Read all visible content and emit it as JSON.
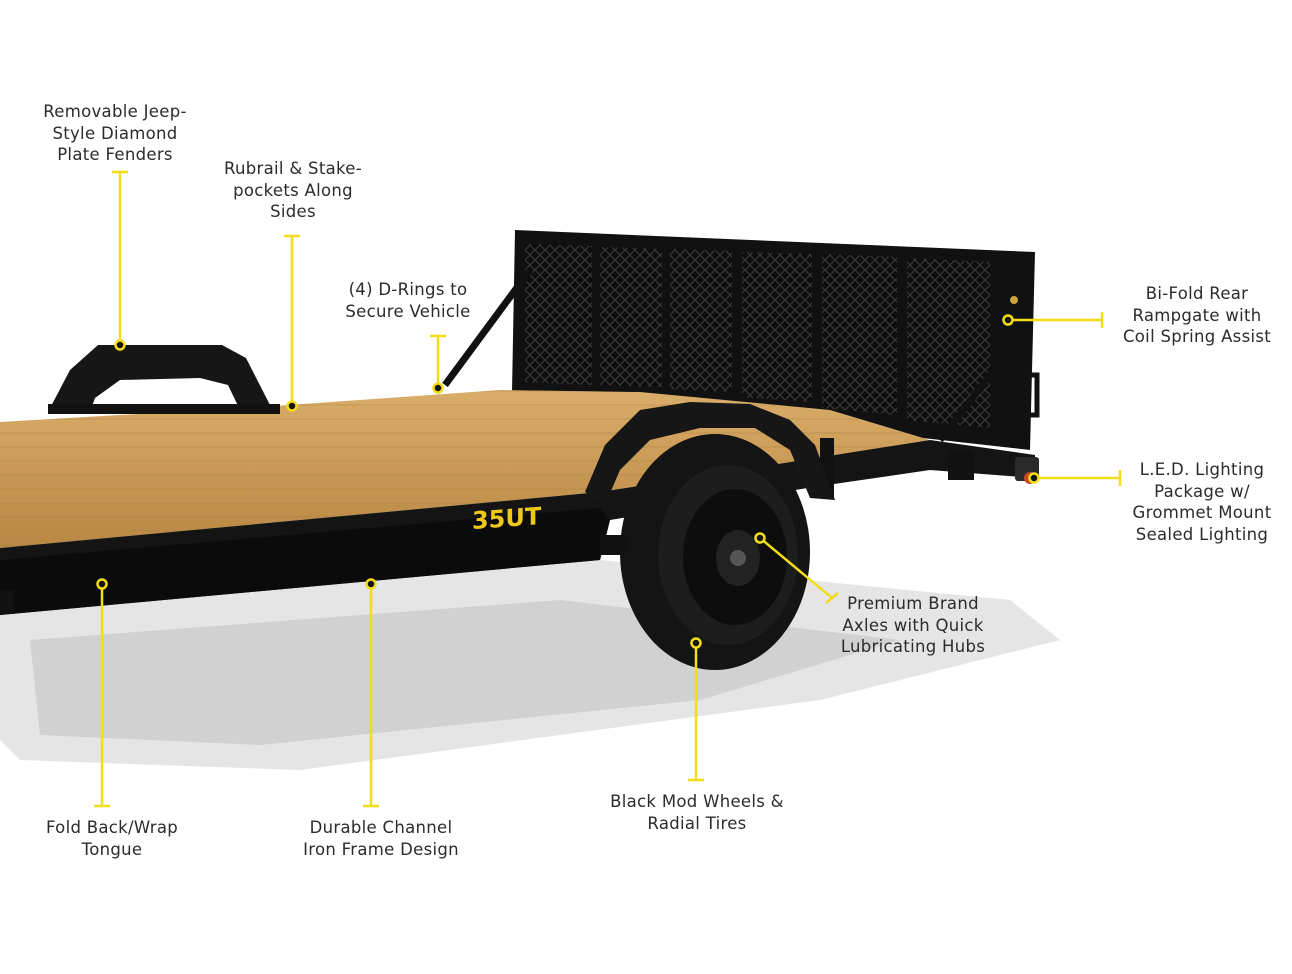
{
  "callouts": {
    "fenders": "Removable Jeep-\nStyle Diamond\nPlate Fenders",
    "rubrail": "Rubrail & Stake-\npockets Along\nSides",
    "drings": "(4) D-Rings to\nSecure Vehicle",
    "rampgate": "Bi-Fold Rear\nRampgate with\nCoil Spring Assist",
    "lighting": "L.E.D. Lighting\nPackage w/\nGrommet Mount\nSealed Lighting",
    "axles": "Premium Brand\nAxles with Quick\nLubricating Hubs",
    "wheels": "Black Mod Wheels &\nRadial Tires",
    "tongue": "Fold Back/Wrap\nTongue",
    "frame": "Durable Channel\nIron Frame Design"
  },
  "model_badge": "35UT",
  "colors": {
    "callout_yellow": "#f2dc1c",
    "frame_black": "#141414",
    "deck_wood": "#c99a55",
    "badge_yellow": "#f0c81a"
  }
}
